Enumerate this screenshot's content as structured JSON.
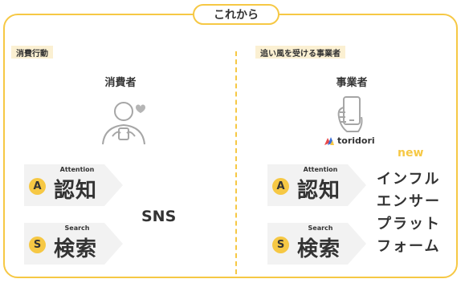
{
  "title": "これから",
  "left": {
    "tag": "消費行動",
    "heading": "消費者",
    "steps": [
      {
        "letter": "A",
        "en": "Attention",
        "jp": "認知"
      },
      {
        "letter": "S",
        "en": "Search",
        "jp": "検索"
      }
    ],
    "channel": "SNS"
  },
  "right": {
    "tag": "追い風を受ける事業者",
    "heading": "事業者",
    "brand": "toridori",
    "steps": [
      {
        "letter": "A",
        "en": "Attention",
        "jp": "認知"
      },
      {
        "letter": "S",
        "en": "Search",
        "jp": "検索"
      }
    ],
    "new_label": "new",
    "platform_lines": [
      "インフル",
      "エンサー",
      "プラット",
      "フォーム"
    ]
  },
  "colors": {
    "accent": "#f6c844",
    "tag_bg": "#fbf0d2",
    "arrow": "#f2f2f2",
    "icon": "#a6a6a6",
    "text": "#333333"
  },
  "icons": [
    "person-phone-heart-icon",
    "hand-phone-icon",
    "toridori-logo-icon"
  ]
}
